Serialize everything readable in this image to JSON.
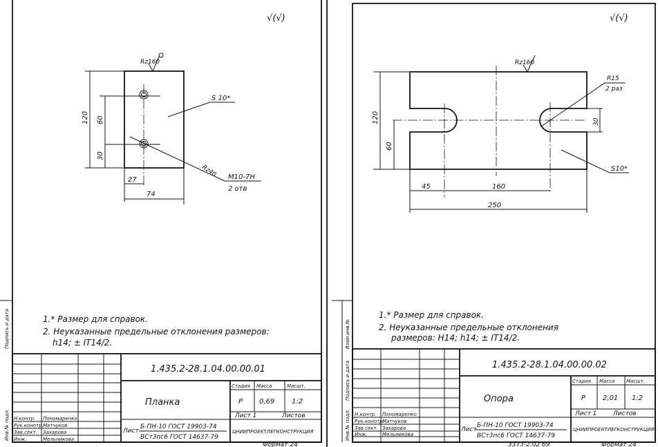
{
  "sheets": [
    {
      "corner_mark": "√(√)",
      "drawing": {
        "roughness_top": "Rz160",
        "thickness": "S 10*",
        "dim_height": "120",
        "dim_holes": "60",
        "dim_bottom": "30",
        "dim_offset": "27",
        "dim_width": "74",
        "hole_roughness": "Rz40",
        "thread": "M10-7H",
        "thread_count": "2 отв"
      },
      "notes": [
        "1.* Размер для справок.",
        "2. Неуказанные предельные отклонения размеров:",
        "h14; ± IT14/2."
      ],
      "title_block": {
        "doc_number": "1.435.2-28.1.04.00.00.01",
        "part_name": "Планка",
        "stage_label": "Стадия",
        "mass_label": "Масса",
        "scale_label": "Масшт.",
        "stage": "Р",
        "mass": "0,69",
        "scale": "1:2",
        "sheet_label": "Лист 1",
        "sheets_label": "Листов",
        "material_label": "Лист",
        "material_top": "Б-ПН-10 ГОСТ 19903-74",
        "material_bottom": "ВСт3пс6 ГОСТ 14637-79",
        "organization": "ЦНИИПРОЕКТЛЕГКОНСТРУКЦИЯ",
        "signers": [
          {
            "role": "Н.контр.",
            "name": "Пономаренко"
          },
          {
            "role": "Рук.конотр.",
            "name": "Матчуков"
          },
          {
            "role": "Зав.сект.",
            "name": "Захарова"
          },
          {
            "role": "Инж.",
            "name": "Мельникова"
          }
        ],
        "side_labels": [
          "Инв.№ подл.",
          "Подпись и дата"
        ],
        "format": "Формат 24"
      }
    },
    {
      "corner_mark": "√(√)",
      "drawing": {
        "roughness_top": "Rz160",
        "radius": "R15",
        "radius_count": "2 раз",
        "slot_width": "30",
        "thickness": "S10*",
        "dim_height": "120",
        "dim_half": "60",
        "dim_left": "45",
        "dim_center": "160",
        "dim_length": "250"
      },
      "notes": [
        "1.* Размер для справок.",
        "2. Неуказанные предельные отклонения",
        "размеров: H14; h14; ± IT14/2."
      ],
      "title_block": {
        "doc_number": "1.435.2-28.1.04.00.00.02",
        "part_name": "Опора",
        "stage_label": "Стадия",
        "mass_label": "Масса",
        "scale_label": "Масшт.",
        "stage": "Р",
        "mass": "2,01",
        "scale": "1:2",
        "sheet_label": "Лист 1",
        "sheets_label": "Листов",
        "material_label": "Лист",
        "material_top": "Б-ПН-10 ГОСТ 19903-74",
        "material_bottom": "ВСт3пс6 ГОСТ 14637-79",
        "organization": "ЦНИИПРОЕКТЛЕГКОНСТРУКЦИЯ",
        "signers": [
          {
            "role": "Н.контр.",
            "name": "Пономаренко"
          },
          {
            "role": "Рук.конотр.",
            "name": "Матчуков"
          },
          {
            "role": "Зав.сект.",
            "name": "Захарова"
          },
          {
            "role": "Инж.",
            "name": "Мельникова"
          }
        ],
        "side_labels": [
          "Инв.№ подл.",
          "Подпись и дата",
          "Взам.инв.№"
        ],
        "footer": "3373-2.02  69",
        "format": "Формат 24"
      }
    }
  ]
}
